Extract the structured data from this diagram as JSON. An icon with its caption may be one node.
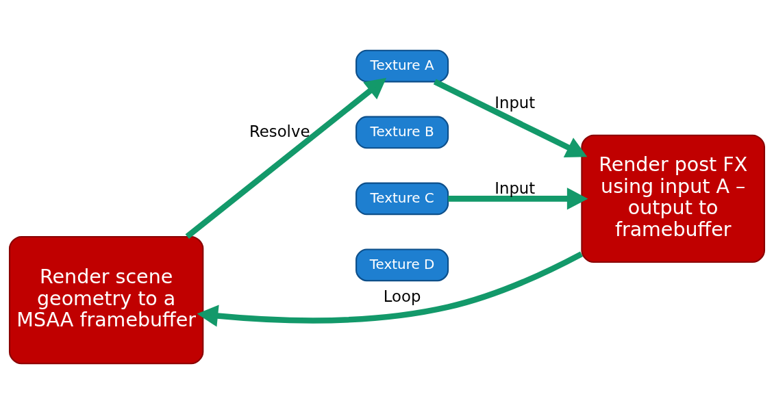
{
  "diagram": {
    "nodes": [
      {
        "text": [
          "Render scene geometry to a MSAA framebuffer"
        ]
      },
      {
        "text": [
          "Texture A"
        ]
      },
      {
        "text": [
          "Render post FX using input A – output to framebuffer"
        ]
      },
      {
        "text": [
          "Texture B"
        ]
      },
      {
        "text": [
          "Texture C"
        ]
      },
      {
        "text": [
          "Texture D"
        ]
      }
    ],
    "edges": [
      {
        "from": 0,
        "to": 1,
        "arrow": "to",
        "label": "Resolve"
      },
      {
        "from": 1,
        "to": 2,
        "arrow": "to",
        "label": "Input"
      },
      {
        "from": 4,
        "to": 2,
        "arrow": "to",
        "label": "Input"
      },
      {
        "from": 2,
        "to": 0,
        "arrow": "to",
        "label": "Loop"
      }
    ]
  }
}
